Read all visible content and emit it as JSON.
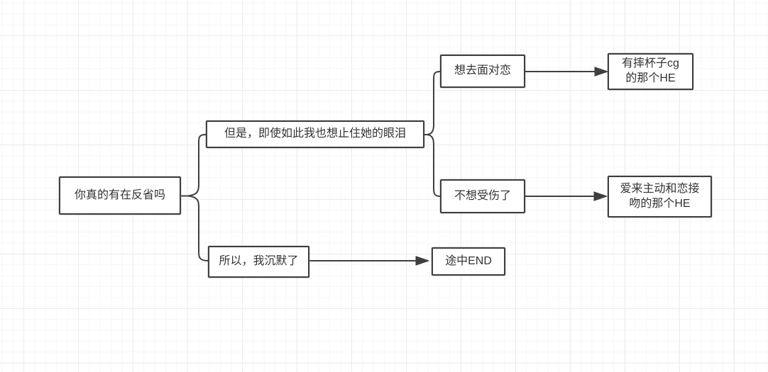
{
  "diagram": {
    "type": "flowchart",
    "background_color": "#ffffff",
    "grid_minor_color": "#f7f7f7",
    "grid_major_color": "#ececec",
    "stroke_color": "#3f3f3f",
    "node_fill_color": "#ffffff",
    "node_border_color": "#3f3f3f",
    "text_color": "#333333",
    "nodes": [
      {
        "id": "question-root",
        "label": "你真的有在反省吗"
      },
      {
        "id": "stop-her-tears",
        "label": "但是，即使如此我也想止住她的眼泪"
      },
      {
        "id": "so-i-fell-silent",
        "label": "所以，我沉默了"
      },
      {
        "id": "want-to-face-love",
        "label": "想去面对恋"
      },
      {
        "id": "dont-want-hurt",
        "label": "不想受伤了"
      },
      {
        "id": "he-cup-smash-cg",
        "label": "有摔杯子cg\n的那个HE"
      },
      {
        "id": "he-kiss",
        "label": "爱来主动和恋接\n吻的那个HE"
      },
      {
        "id": "midway-end",
        "label": "途中END"
      }
    ],
    "edges": [
      {
        "from": "question-root",
        "to": "stop-her-tears",
        "style": "brace"
      },
      {
        "from": "question-root",
        "to": "so-i-fell-silent",
        "style": "brace"
      },
      {
        "from": "stop-her-tears",
        "to": "want-to-face-love",
        "style": "brace"
      },
      {
        "from": "stop-her-tears",
        "to": "dont-want-hurt",
        "style": "brace"
      },
      {
        "from": "want-to-face-love",
        "to": "he-cup-smash-cg",
        "style": "arrow"
      },
      {
        "from": "dont-want-hurt",
        "to": "he-kiss",
        "style": "arrow"
      },
      {
        "from": "so-i-fell-silent",
        "to": "midway-end",
        "style": "arrow"
      }
    ]
  }
}
